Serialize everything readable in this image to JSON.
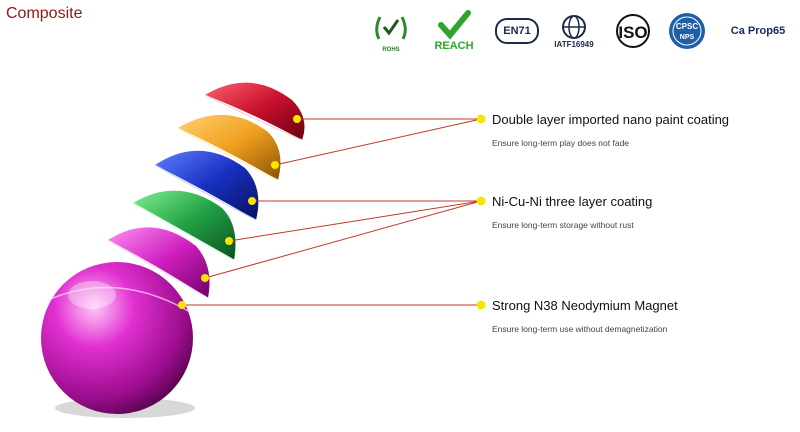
{
  "title": "Composite",
  "certifications": [
    {
      "name": "rohs-icon",
      "label": "ROHS"
    },
    {
      "name": "reach-icon",
      "label": "REACH"
    },
    {
      "name": "en71-icon",
      "label": "EN71"
    },
    {
      "name": "iatf-icon",
      "label": "IATF16949"
    },
    {
      "name": "iso-icon",
      "label": "ISO"
    },
    {
      "name": "cpsc-icon",
      "label": "CPSC",
      "sublabel": "NPS"
    },
    {
      "name": "ca-prop65-icon",
      "label": "Ca Prop65"
    }
  ],
  "callouts": [
    {
      "heading": "Double layer imported nano paint coating",
      "sub": "Ensure long-term play does not fade"
    },
    {
      "heading": "Ni-Cu-Ni three layer coating",
      "sub": "Ensure long-term storage without rust"
    },
    {
      "heading": "Strong N38 Neodymium Magnet",
      "sub": "Ensure long-term use without demagnetization"
    }
  ],
  "colors": {
    "title": "#8b1a14",
    "leader_line": "#c0392b",
    "dot": "#f5e600",
    "layers": [
      "#c8102e",
      "#f0a020",
      "#1830c0",
      "#22a044",
      "#d020c0",
      "#c018b8"
    ]
  }
}
